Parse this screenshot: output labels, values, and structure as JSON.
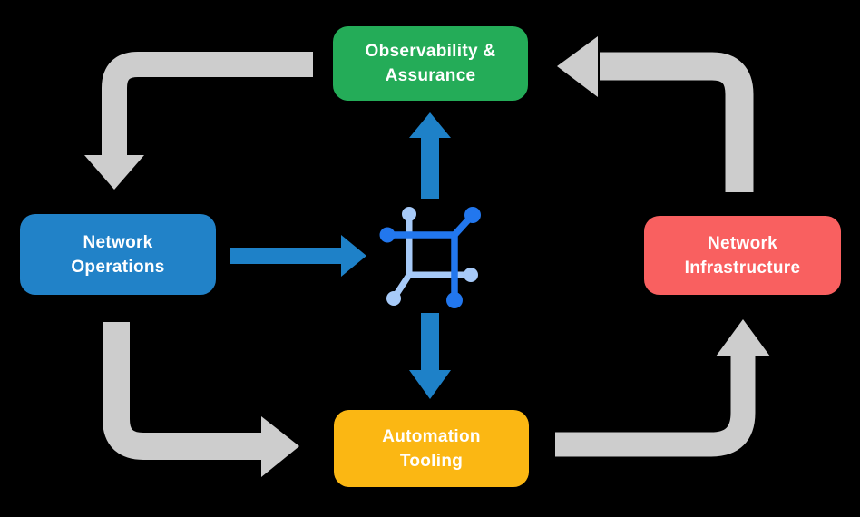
{
  "canvas_background": "#000000",
  "text_color": "#FFFFFF",
  "nodes": [
    {
      "id": "observability-assurance",
      "lines": [
        "Observability &",
        "Assurance"
      ],
      "color": "#24AC58"
    },
    {
      "id": "network-operations",
      "lines": [
        "Network",
        "Operations"
      ],
      "color": "#2182C8"
    },
    {
      "id": "network-infrastructure",
      "lines": [
        "Network",
        "Infrastructure"
      ],
      "color": "#F96060"
    },
    {
      "id": "automation-tooling",
      "lines": [
        "Automation",
        "Tooling"
      ],
      "color": "#FBB713"
    }
  ],
  "center_icon": {
    "name": "network-mesh-icon",
    "dark_blue": "#2277EE",
    "light_blue": "#A7CAF8"
  },
  "arrows": {
    "cycle_color": "#CDCDCD",
    "flow_color": "#1E81C8",
    "cycle_edges": [
      "observability-assurance to network-operations",
      "network-operations to automation-tooling",
      "automation-tooling to network-infrastructure",
      "network-infrastructure to observability-assurance"
    ],
    "flow_edges": [
      "network-operations to center-icon",
      "center-icon to observability-assurance",
      "center-icon to automation-tooling"
    ]
  }
}
